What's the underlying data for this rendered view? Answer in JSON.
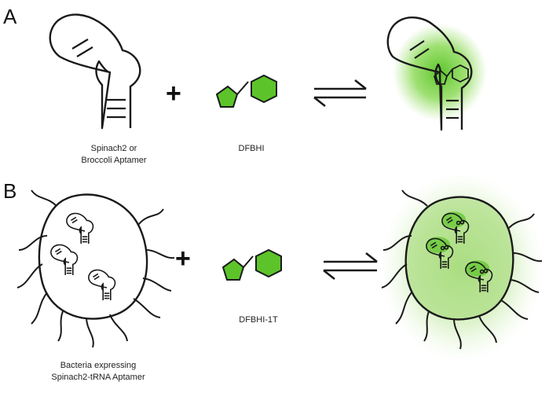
{
  "panels": {
    "a": {
      "letter": "A",
      "aptamer_caption_line1": "Spinach2 or",
      "aptamer_caption_line2": "Broccoli Aptamer",
      "dye_caption": "DFBHI",
      "plus": "+"
    },
    "b": {
      "letter": "B",
      "bacteria_caption_line1": "Bacteria expressing",
      "bacteria_caption_line2": "Spinach2-tRNA Aptamer",
      "dye_caption": "DFBHI-1T",
      "plus": "+"
    }
  },
  "colors": {
    "dye_fill": "#5cc42a",
    "glow": "#6fd431",
    "outline": "#1a1a1a"
  },
  "icons": [
    "aptamer-hairpin-icon",
    "dye-molecule-icon",
    "equilibrium-arrows-icon",
    "bacterium-icon"
  ]
}
